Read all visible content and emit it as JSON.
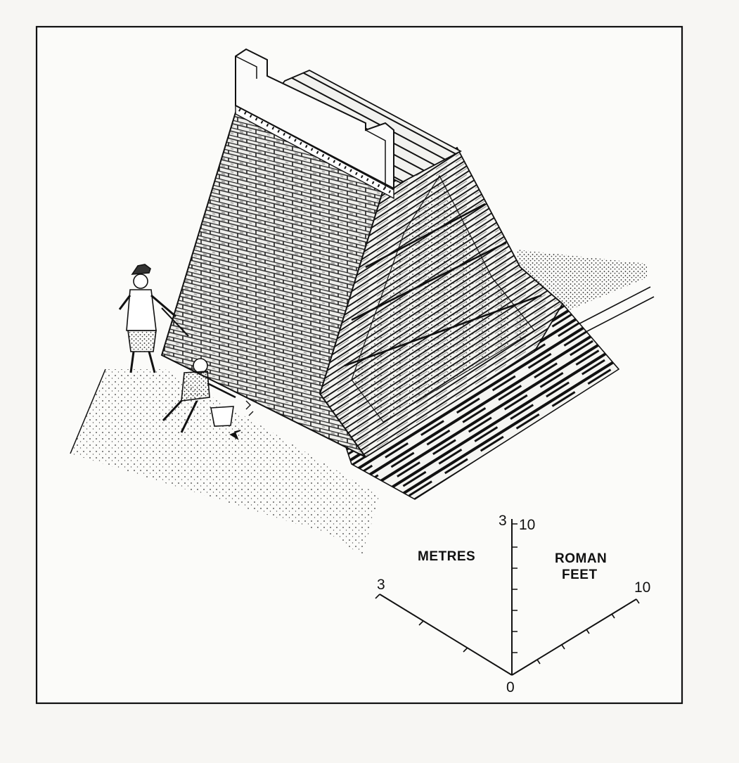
{
  "scale": {
    "metres_label": "METRES",
    "roman_feet_label_line1": "ROMAN",
    "roman_feet_label_line2": "FEET",
    "origin": "0",
    "metres_axis_max": "3",
    "feet_axis_max": "10",
    "vertical_metres_max": "3",
    "vertical_feet_max": "10"
  }
}
